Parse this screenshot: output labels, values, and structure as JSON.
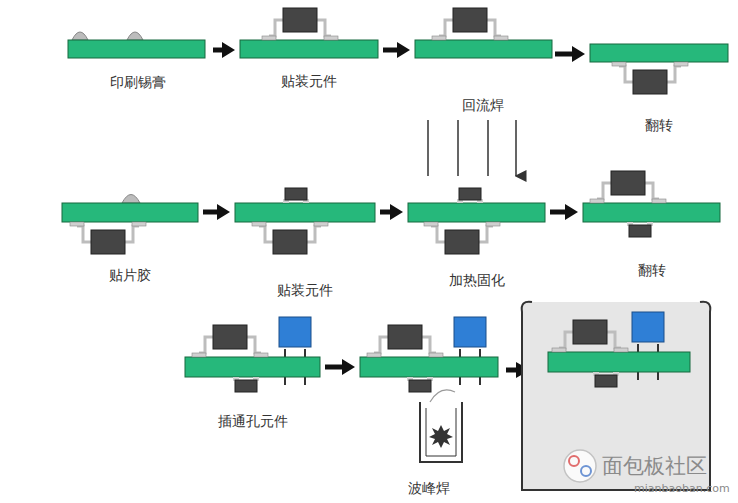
{
  "diagram": {
    "nodes": [
      {
        "text": [
          "印刷锡膏"
        ]
      },
      {
        "text": [
          "贴装元件"
        ]
      },
      {
        "text": [
          "回流焊"
        ]
      },
      {
        "text": [
          "翻转"
        ]
      },
      {
        "text": [
          "贴片胶"
        ]
      },
      {
        "text": [
          "贴装元件"
        ]
      },
      {
        "text": [
          "加热固化"
        ]
      },
      {
        "text": [
          "翻转"
        ]
      },
      {
        "text": [
          "插通孔元件"
        ]
      },
      {
        "text": [
          "波峰焊"
        ]
      }
    ],
    "edges": [
      {
        "from": 0,
        "to": 1,
        "arrow": "to"
      },
      {
        "from": 1,
        "to": 2,
        "arrow": "to"
      },
      {
        "from": 2,
        "to": 3,
        "arrow": "to"
      },
      {
        "from": 4,
        "to": 5,
        "arrow": "to"
      },
      {
        "from": 5,
        "to": 6,
        "arrow": "to"
      },
      {
        "from": 6,
        "to": 7,
        "arrow": "to"
      },
      {
        "from": 8,
        "to": 9,
        "arrow": "to"
      }
    ],
    "labels": [
      "面包板社区",
      "mianbaoban.com"
    ]
  }
}
